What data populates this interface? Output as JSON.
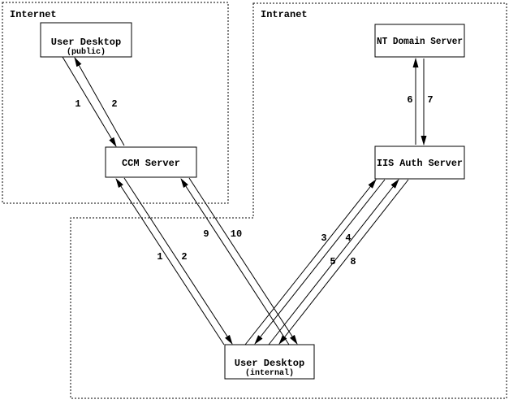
{
  "diagram": {
    "title_semantics": "Authentication flow between Internet and Intranet zones",
    "colors": {
      "line": "#000000",
      "background": "#ffffff"
    },
    "zones": [
      {
        "id": "internet",
        "label": "Internet"
      },
      {
        "id": "intranet",
        "label": "Intranet"
      }
    ],
    "nodes": [
      {
        "id": "user-desktop-public",
        "label": "User Desktop",
        "sublabel": "(public)",
        "zone": "internet"
      },
      {
        "id": "ccm-server",
        "label": "CCM Server",
        "zone": "internet"
      },
      {
        "id": "nt-domain-server",
        "label": "NT Domain Server",
        "zone": "intranet"
      },
      {
        "id": "iis-auth-server",
        "label": "IIS Auth Server",
        "zone": "intranet"
      },
      {
        "id": "user-desktop-internal",
        "label": "User Desktop",
        "sublabel": "(internal)",
        "zone": "intranet"
      }
    ],
    "edges": [
      {
        "label": "1",
        "from": "user-desktop-public",
        "to": "ccm-server"
      },
      {
        "label": "2",
        "from": "ccm-server",
        "to": "user-desktop-public"
      },
      {
        "label": "1",
        "from": "user-desktop-internal",
        "to": "ccm-server"
      },
      {
        "label": "2",
        "from": "ccm-server",
        "to": "user-desktop-internal"
      },
      {
        "label": "9",
        "from": "user-desktop-internal",
        "to": "ccm-server"
      },
      {
        "label": "10",
        "from": "ccm-server",
        "to": "user-desktop-internal"
      },
      {
        "label": "3",
        "from": "user-desktop-internal",
        "to": "iis-auth-server"
      },
      {
        "label": "4",
        "from": "iis-auth-server",
        "to": "user-desktop-internal"
      },
      {
        "label": "5",
        "from": "user-desktop-internal",
        "to": "iis-auth-server"
      },
      {
        "label": "8",
        "from": "iis-auth-server",
        "to": "user-desktop-internal"
      },
      {
        "label": "6",
        "from": "iis-auth-server",
        "to": "nt-domain-server"
      },
      {
        "label": "7",
        "from": "nt-domain-server",
        "to": "iis-auth-server"
      }
    ]
  }
}
